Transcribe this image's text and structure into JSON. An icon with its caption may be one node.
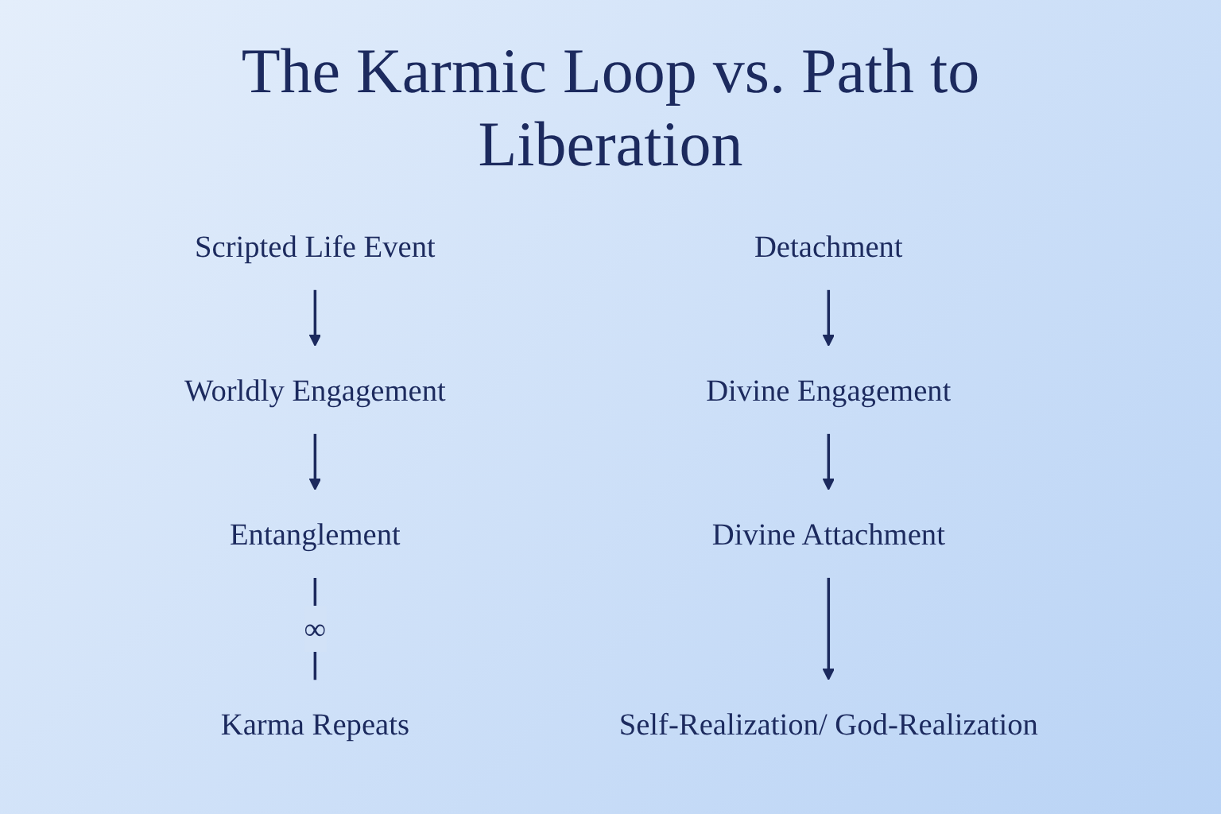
{
  "diagram": {
    "title": "The Karmic Loop vs. Path to Liberation",
    "nodes": [
      {
        "text": [
          "Scripted Life Event"
        ]
      },
      {
        "text": [
          "Worldly Engagement"
        ]
      },
      {
        "text": [
          "Entanglement"
        ]
      },
      {
        "text": [
          "Karma Repeats"
        ]
      },
      {
        "text": [
          "Self-Realization/ God-Realization"
        ]
      },
      {
        "text": [
          "Divine Attachment"
        ]
      },
      {
        "text": [
          "Divine Engagement"
        ]
      },
      {
        "text": [
          "Detachment"
        ]
      }
    ],
    "edges": [
      {
        "from": 0,
        "to": 1,
        "arrow": "to"
      },
      {
        "from": 1,
        "to": 2,
        "arrow": "to"
      },
      {
        "from": 2,
        "to": 3,
        "arrow": "none",
        "label": "∞"
      },
      {
        "from": 7,
        "to": 6,
        "arrow": "to"
      },
      {
        "from": 6,
        "to": 5,
        "arrow": "to"
      },
      {
        "from": 5,
        "to": 4,
        "arrow": "to"
      }
    ]
  }
}
